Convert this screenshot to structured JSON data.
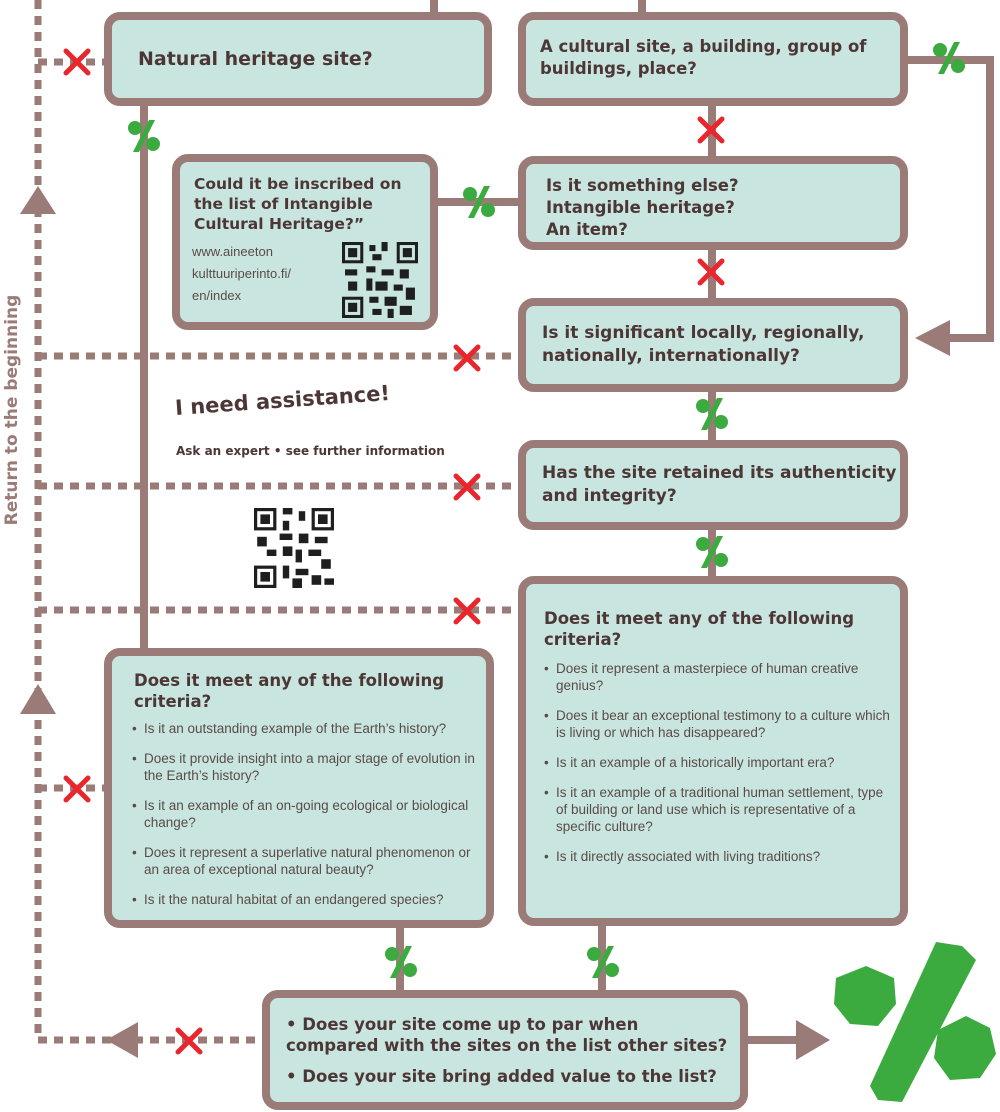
{
  "side_label": "Return to the beginning",
  "assist": {
    "title": "I need assistance!",
    "subtitle": "Ask an expert • see further information"
  },
  "boxes": {
    "natural_site": "Natural heritage site?",
    "cultural_site": "A cultural site, a building, group of buildings, place?",
    "intangible_q": "Could it be inscribed on the list of Intangible Cultural Heritage?”",
    "intangible_url_1": "www.aineeton",
    "intangible_url_2": "kulttuuriperinto.fi/",
    "intangible_url_3": "en/index",
    "something_else_1": "Is it something else?",
    "something_else_2": "Intangible heritage?",
    "something_else_3": "An item?",
    "significant": "Is it significant locally, regionally, nationally, internationally?",
    "authenticity": "Has the site retained its authenticity and integrity?",
    "natural_criteria": {
      "title": "Does it meet any of the following criteria?",
      "items": [
        "Is it an outstanding example of the Earth’s history?",
        "Does it provide insight into a major stage of evolution in the Earth’s history?",
        "Is it an example of an on-going ecological or biological change?",
        "Does it represent a superlative natural phenomenon or an area of exceptional natural beauty?",
        "Is it the natural habitat of an endangered species?"
      ]
    },
    "cultural_criteria": {
      "title": "Does it meet any of the following criteria?",
      "items": [
        "Does it represent a masterpiece of human creative genius?",
        "Does it bear an exceptional testimony to a culture which is living or which has disappeared?",
        "Is it an example of a historically important era?",
        "Is it an example of a traditional human settlement, type of building or land use which is representative of a specific culture?",
        "Is it directly associated with living traditions?"
      ]
    },
    "final_1": "• Does your site come up to par when compared with the sites on the list other sites?",
    "final_2": "• Does your site bring added value to the list?"
  },
  "colors": {
    "box_fill": "#c8e6df",
    "box_border": "#9a7b77",
    "text": "#4d3636",
    "yes_green": "#3cab3f",
    "no_red": "#e8262c"
  },
  "icons": {
    "yes": "percent-yes-icon",
    "no": "cross-no-icon",
    "qr": "qr-code-icon",
    "arrow": "arrow-icon"
  }
}
